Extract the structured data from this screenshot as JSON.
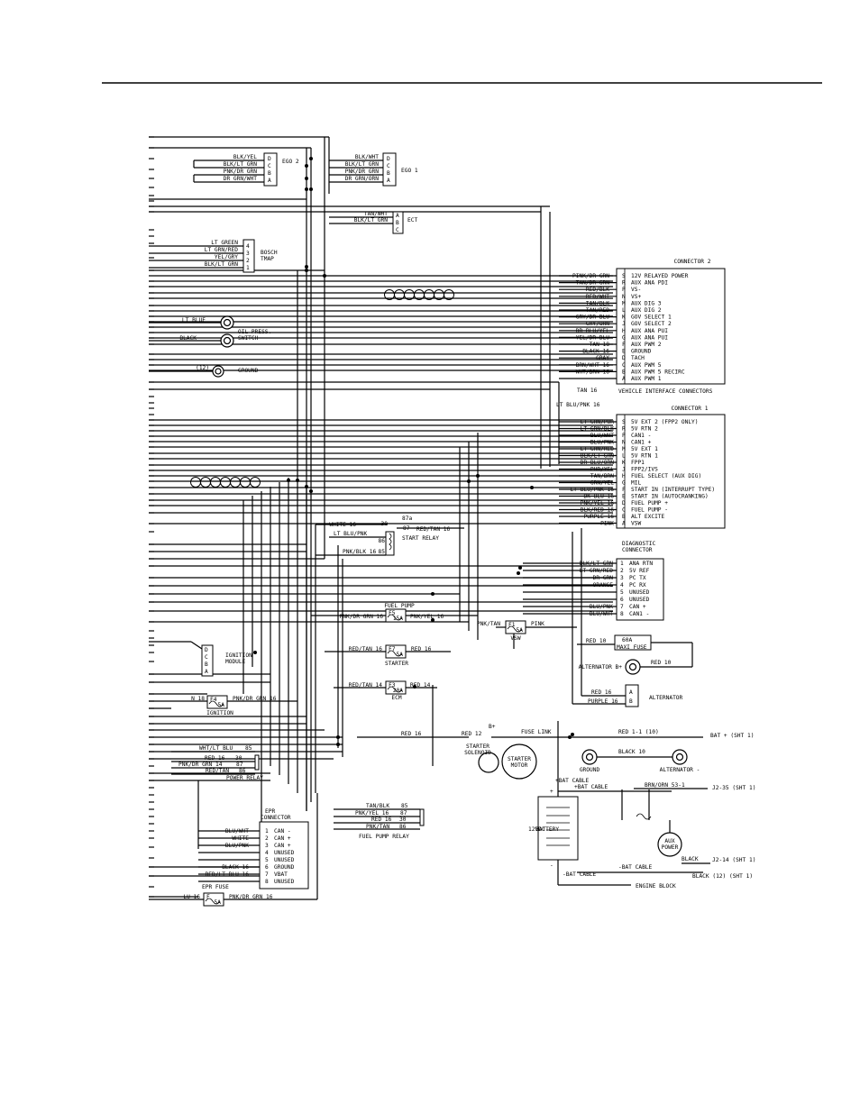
{
  "ego2": {
    "pins": [
      "D",
      "C",
      "B",
      "A"
    ],
    "wires": [
      "BLK/YEL",
      "BLK/LT GRN",
      "PNK/DR GRN",
      "DR GRN/WHT"
    ],
    "name": "EGO 2"
  },
  "ego1": {
    "pins": [
      "D",
      "C",
      "B",
      "A"
    ],
    "wires": [
      "BLK/WHT",
      "BLK/LT GRN",
      "PNK/DR GRN",
      "DR GRN/ORN"
    ],
    "name": "EGO 1"
  },
  "ect": {
    "pins": [
      "A",
      "B",
      "C"
    ],
    "wires": [
      "TAN/WHT",
      "BLK/LT GRN"
    ],
    "name": "ECT"
  },
  "tmap": {
    "pins": [
      "4",
      "3",
      "2",
      "1"
    ],
    "wires": [
      "LT GREEN",
      "LT GRN/RED",
      "YEL/GRY",
      "BLK/LT GRN"
    ],
    "name1": "BOSCH",
    "name2": "TMAP"
  },
  "oil": {
    "wire1": "LT BLUE",
    "wire2": "BLACK",
    "name1": "OIL PRESS.",
    "name2": "SWITCH"
  },
  "ground1": {
    "wire": "(12)",
    "name": "GROUND"
  },
  "conn2": {
    "title": "CONNECTOR 2",
    "pins": [
      "S",
      "R",
      "P",
      "N",
      "M",
      "L",
      "K",
      "J",
      "H",
      "G",
      "F",
      "E",
      "D",
      "C",
      "B",
      "A"
    ],
    "functions": [
      "12V RELAYED POWER",
      "AUX ANA PDI",
      "VS-",
      "VS+",
      "AUX DIG 3",
      "AUX DIG 2",
      "GOV SELECT 1",
      "GOV SELECT 2",
      "AUX ANA PUI",
      "AUX ANA PUI",
      "AUX PWM 2",
      "GROUND",
      "TACH",
      "AUX PWM 5",
      "AUX PWM 5 RECIRC",
      "AUX PWM 1"
    ],
    "wires": [
      "PINK/DR GRN",
      "TAN/DR GRN",
      "RED/BLK",
      "RED/WHT",
      "TAN/BLK",
      "TAN/RED",
      "GRY/DR BLU",
      "GRY/ORN",
      "DR BLU/YEL",
      "YEL/DR BLU",
      "TAN 18",
      "BLACK 16",
      "GRAY",
      "BRN/WHT 16",
      "WHT/BRN 16",
      ""
    ],
    "footer": "VEHICLE INTERFACE CONNECTORS",
    "tan16": "TAN 16",
    "ltblupnk": "LT BLU/PNK 16"
  },
  "conn1": {
    "title": "CONNECTOR 1",
    "pins": [
      "S",
      "R",
      "P",
      "N",
      "M",
      "L",
      "K",
      "J",
      "H",
      "G",
      "F",
      "E",
      "D",
      "C",
      "B",
      "A"
    ],
    "functions": [
      "5V EXT 2 (FPP2 ONLY)",
      "5V RTN 2",
      "CAN1 -",
      "CAN1 +",
      "5V EXT 1",
      "5V RTN 1",
      "FPP1",
      "FPP2/IVS",
      "FUEL SELECT (AUX DIG)",
      "MIL",
      "START IN (INTERRUPT TYPE)",
      "START IN (AUTOCRANKING)",
      "FUEL PUMP +",
      "FUEL PUMP -",
      "ALT EXCITE",
      "VSW"
    ],
    "wires": [
      "LT GRN/PUR",
      "LT GRN/BLK",
      "BLU/WHT",
      "BLU/PNK",
      "LT GRN/RED",
      "BLK/LT GRN",
      "DR BLU/ORN",
      "PUR/YEL",
      "TAN/BRN",
      "GRN/YEL",
      "LT BLU/PNK 16",
      "DK BLU 16",
      "PNK/YEL 16",
      "BLK/RED 16",
      "PURPLE 16",
      "PINK"
    ]
  },
  "diag": {
    "title1": "DIAGNOSTIC",
    "title2": "CONNECTOR",
    "pins": [
      "1",
      "2",
      "3",
      "4",
      "5",
      "6",
      "7",
      "8"
    ],
    "functions": [
      "ANA RTN",
      "5V REF",
      "PC TX",
      "PC RX",
      "UNUSED",
      "UNUSED",
      "CAN +",
      "CAN1 -"
    ],
    "wires": [
      "BLK/LT GRN",
      "LT GRN/RED",
      "DR GRN",
      "ORANGE",
      "",
      "",
      "BLU/PNK",
      "BLU/WHT"
    ]
  },
  "startRelay": {
    "name": "START RELAY",
    "t30": "30",
    "t87a": "87a",
    "t87": "87",
    "t86": "86",
    "t85": "85",
    "white": "WHITE 16",
    "redtan": "RED/TAN 16",
    "ltblupnk": "LT BLU/PNK",
    "pnkblk": "PNK/BLK 16"
  },
  "fuelPumpFuse": {
    "title": "FUEL PUMP",
    "fuse": "F5",
    "amp": "15A",
    "left": "PNK/DR GRN 16",
    "right": "PNK/YEL 16"
  },
  "vswFuse": {
    "fuse": "F1",
    "amp": "5A",
    "name": "VSW",
    "left": "PNK/TAN",
    "right": "PINK"
  },
  "starterFuse": {
    "fuse": "F7",
    "amp": "5A",
    "name": "STARTER",
    "left": "RED/TAN 16",
    "right": "RED 16"
  },
  "ecmFuse": {
    "fuse": "F3",
    "amp": "20A",
    "name": "ECM",
    "left": "RED/TAN 14",
    "right": "RED 14"
  },
  "ignFuse": {
    "fuse": "F4",
    "amp": "5A",
    "name": "IGNITION",
    "left": "N 18",
    "right": "PNK/DR GRN 16"
  },
  "ignModule": {
    "pins": [
      "D",
      "C",
      "B",
      "A"
    ],
    "name1": "IGNITION",
    "name2": "MODULE"
  },
  "maxiFuse": {
    "amp": "60A",
    "name": "MAXI FUSE",
    "wire": "RED 10"
  },
  "alternator": {
    "bplus": "ALTERNATOR B+",
    "wire": "RED 10",
    "name": "ALTERNATOR",
    "pins": [
      "A",
      "B"
    ],
    "red16": "RED 16",
    "purple16": "PURPLE 16",
    "minus": "ALTERNATOR -",
    "black10": "BLACK 10",
    "ground": "GROUND"
  },
  "starter": {
    "red12": "RED 12",
    "bplus": "B+",
    "fuselink": "FUSE LINK",
    "red11": "RED 1-1 (10)",
    "batplus": "BAT + (SHT 1)",
    "solenoid1": "STARTER",
    "solenoid2": "SOLENOID",
    "motor1": "STARTER",
    "motor2": "MOTOR",
    "red16": "RED 16"
  },
  "powerRelay": {
    "name": "POWER RELAY",
    "w85": "WHT/LT BLU",
    "t85": "85",
    "w30": "RED 16",
    "t30": "30",
    "w87": "PNK/DR GRN 14",
    "t87": "87",
    "w86": "RED/TAN",
    "t86": "86"
  },
  "fuelPumpRelay": {
    "name": "FUEL PUMP RELAY",
    "w85": "TAN/BLK",
    "t85": "85",
    "w87": "PNK/YEL 16",
    "t87": "87",
    "w30": "RED 16",
    "t30": "30",
    "w86": "PNK/TAN",
    "t86": "86"
  },
  "battery": {
    "label1": "12VDC",
    "label2": "BATTERY",
    "plusCable": "+BAT CABLE",
    "minusCable": "-BAT CABLE",
    "minusCable2": "-BAT CABLE",
    "plus": "+",
    "minus": "-",
    "engineBlock": "ENGINE BLOCK",
    "batCable": "+BAT CABLE",
    "brnorn": "BRN/ORN 53-1",
    "j235": "J2-35 (SHT 1)",
    "aux1": "AUX",
    "aux2": "POWER",
    "black": "BLACK",
    "j214": "J2-14 (SHT 1)",
    "black12": "BLACK (12) (SHT 1)"
  },
  "epr": {
    "title1": "EPR",
    "title2": "CONNECTOR",
    "pins": [
      "1",
      "2",
      "3",
      "4",
      "5",
      "6",
      "7",
      "8"
    ],
    "functions": [
      "CAN -",
      "CAN +",
      "CAN +",
      "UNUSED",
      "UNUSED",
      "GROUND",
      "VBAT",
      "UNUSED"
    ],
    "wires": [
      "BLU/WHT",
      "WHITE",
      "BLU/PNK",
      "",
      "",
      "BLACK 16",
      "RED/LT BLU 16",
      ""
    ]
  },
  "eprFuse": {
    "title": "EPR FUSE",
    "fuse": "F",
    "amp": "5A",
    "left": "LU 16",
    "right": "PNK/DR GRN 16"
  }
}
